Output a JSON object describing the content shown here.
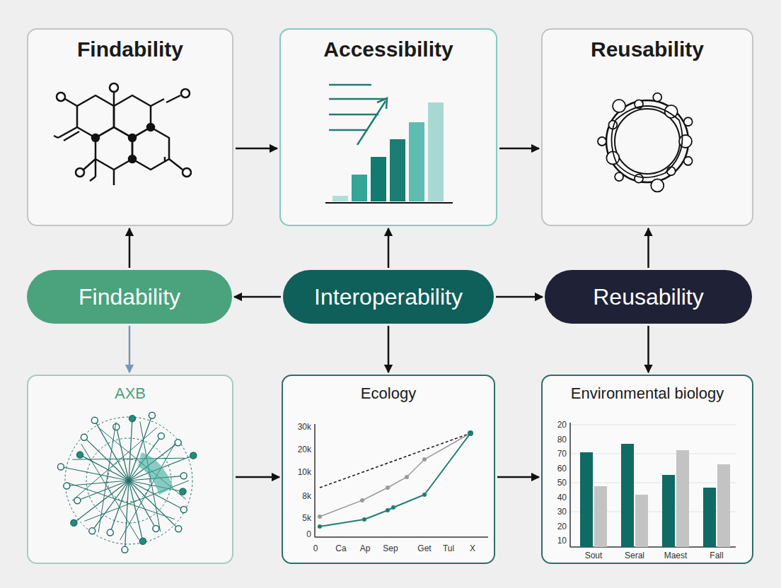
{
  "diagram": {
    "nodes": [
      {
        "text": [
          "Findability"
        ]
      },
      {
        "text": [
          "Accessibility"
        ]
      },
      {
        "text": [
          "Reusability"
        ]
      },
      {
        "text": [
          "Findability"
        ]
      },
      {
        "text": [
          "Interoperability"
        ]
      },
      {
        "text": [
          "Reusability"
        ]
      },
      {
        "text": [
          "AXB"
        ]
      },
      {
        "text": [
          "Ecology"
        ]
      },
      {
        "text": [
          "Environmental biology"
        ]
      }
    ],
    "edges": [
      {
        "from": 0,
        "to": 1,
        "arrow": "to"
      },
      {
        "from": 1,
        "to": 2,
        "arrow": "to"
      },
      {
        "from": 3,
        "to": 0,
        "arrow": "to"
      },
      {
        "from": 4,
        "to": 1,
        "arrow": "to"
      },
      {
        "from": 5,
        "to": 2,
        "arrow": "to"
      },
      {
        "from": 4,
        "to": 3,
        "arrow": "to"
      },
      {
        "from": 4,
        "to": 5,
        "arrow": "to"
      },
      {
        "from": 3,
        "to": 6,
        "arrow": "to"
      },
      {
        "from": 4,
        "to": 7,
        "arrow": "to"
      },
      {
        "from": 5,
        "to": 8,
        "arrow": "to"
      },
      {
        "from": 6,
        "to": 7,
        "arrow": "to"
      },
      {
        "from": 7,
        "to": 8,
        "arrow": "to"
      }
    ],
    "labels": [
      "30k",
      "20k",
      "10k",
      "8k",
      "5k",
      "0",
      "0",
      "Ca",
      "Ap",
      "Sep",
      "Get",
      "Tul",
      "X",
      "20",
      "80",
      "70",
      "60",
      "50",
      "40",
      "30",
      "20",
      "10",
      "Sout",
      "Seral",
      "Maest",
      "Fall"
    ]
  }
}
